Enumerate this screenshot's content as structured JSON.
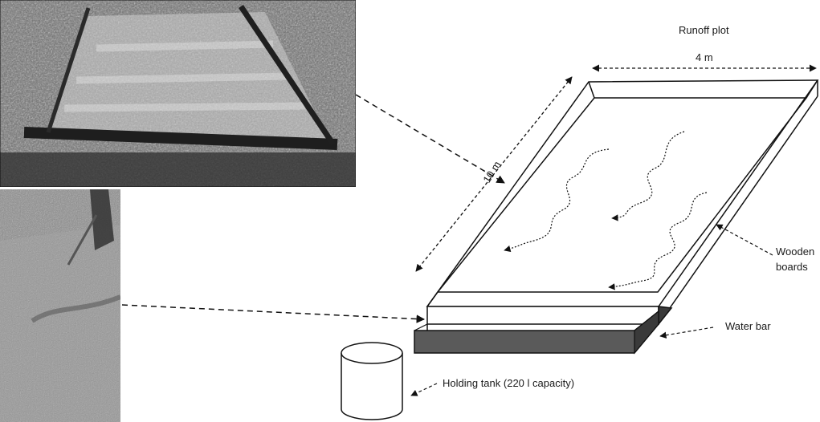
{
  "labels": {
    "title": "Runoff plot",
    "width": "4 m",
    "length": "10 m",
    "boards": [
      "Wooden",
      "boards"
    ],
    "water_bar": "Water bar",
    "tank": "Holding tank (220 l capacity)"
  },
  "photos": [
    {
      "name": "runoff-plot-photo",
      "tone": "grayscale"
    },
    {
      "name": "field-slope-photo",
      "tone": "grayscale"
    }
  ],
  "colors": {
    "ink": "#111111",
    "water_bar_fill": "#5a5a5a",
    "photo_dark": "#2b2b2b",
    "photo_light": "#bdbdbd"
  }
}
